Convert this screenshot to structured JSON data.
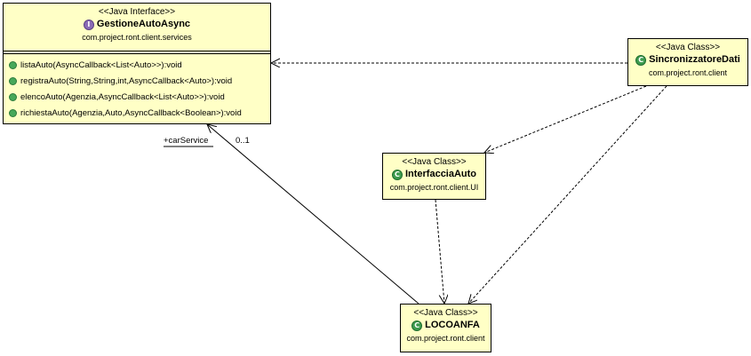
{
  "interface": {
    "stereotype": "<<Java Interface>>",
    "icon": "I",
    "name": "GestioneAutoAsync",
    "package": "com.project.ront.client.services",
    "methods": [
      "listaAuto(AsyncCallback<List<Auto>>):void",
      "registraAuto(String,String,int,AsyncCallback<Auto>):void",
      "elencoAuto(Agenzia,AsyncCallback<List<Auto>>):void",
      "richiestaAuto(Agenzia,Auto,AsyncCallback<Boolean>):void"
    ]
  },
  "sincronizzatore": {
    "stereotype": "<<Java Class>>",
    "icon": "C",
    "name": "SincronizzatoreDati",
    "package": "com.project.ront.client"
  },
  "interfaccia": {
    "stereotype": "<<Java Class>>",
    "icon": "C",
    "name": "InterfacciaAuto",
    "package": "com.project.ront.client.UI"
  },
  "locoanfa": {
    "stereotype": "<<Java Class>>",
    "icon": "C",
    "name": "LOCOANFA",
    "package": "com.project.ront.client"
  },
  "association": {
    "role": "+carService",
    "multiplicity": "0..1"
  }
}
